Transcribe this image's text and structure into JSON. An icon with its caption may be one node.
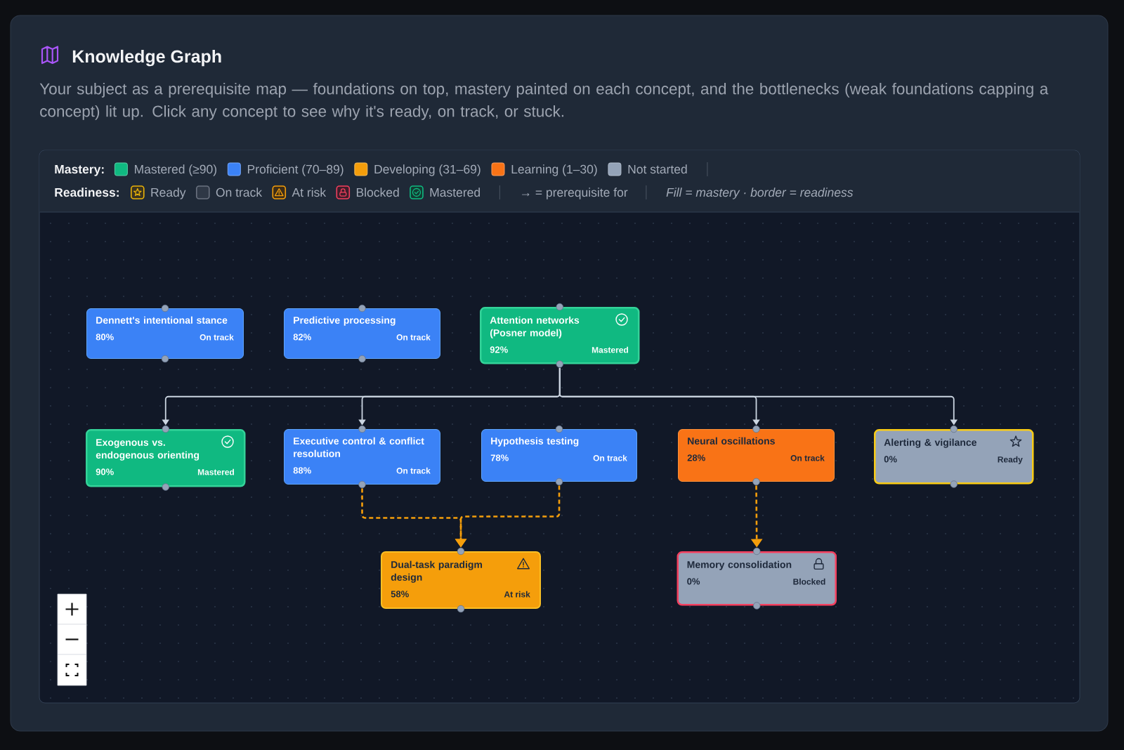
{
  "diagram": {
    "title": "Knowledge Graph",
    "nodes": [
      {
        "text": [
          "Dennett's intentional stance",
          "80%",
          "On track"
        ]
      },
      {
        "text": [
          "Predictive processing",
          "82%",
          "On track"
        ]
      },
      {
        "text": [
          "Attention networks (Posner model)",
          "92%",
          "Mastered"
        ]
      },
      {
        "text": [
          "Exogenous vs. endogenous orienting",
          "90%",
          "Mastered"
        ]
      },
      {
        "text": [
          "Executive control & conflict resolution",
          "88%",
          "On track"
        ]
      },
      {
        "text": [
          "Hypothesis testing",
          "78%",
          "On track"
        ]
      },
      {
        "text": [
          "Neural oscillations",
          "28%",
          "On track"
        ]
      },
      {
        "text": [
          "Alerting & vigilance",
          "0%",
          "Ready"
        ]
      },
      {
        "text": [
          "Dual-task paradigm design",
          "58%",
          "At risk"
        ]
      },
      {
        "text": [
          "Memory consolidation",
          "0%",
          "Blocked"
        ]
      }
    ],
    "edges": [
      {
        "from": 2,
        "to": 3,
        "arrow": "to"
      },
      {
        "from": 2,
        "to": 4,
        "arrow": "to"
      },
      {
        "from": 2,
        "to": 6,
        "arrow": "to"
      },
      {
        "from": 2,
        "to": 7,
        "arrow": "to"
      },
      {
        "from": 4,
        "to": 8,
        "arrow": "to",
        "style": "dashed",
        "color": "#f59e0b"
      },
      {
        "from": 5,
        "to": 8,
        "arrow": "to",
        "style": "dashed",
        "color": "#f59e0b"
      },
      {
        "from": 6,
        "to": 9,
        "arrow": "to",
        "style": "dashed",
        "color": "#f59e0b"
      }
    ],
    "labels": [
      "Your subject as a prerequisite map — foundations on top, mastery painted on each concept, and the bottlenecks (weak foundations capping a concept) lit up. Click any concept to see why it's ready, on track, or stuck.",
      "Mastery:",
      "Readiness:",
      "→ = prerequisite for",
      "Fill = mastery · border = readiness"
    ],
    "legend": [
      {
        "text": "Mastered (≥90)",
        "color": "#10b981"
      },
      {
        "text": "Proficient (70–89)",
        "color": "#3b82f6"
      },
      {
        "text": "Developing (31–69)",
        "color": "#f59e0b"
      },
      {
        "text": "Learning (1–30)",
        "color": "#f97316"
      },
      {
        "text": "Not started",
        "color": "#94a3b8"
      },
      {
        "text": "Ready"
      },
      {
        "text": "On track"
      },
      {
        "text": "At risk"
      },
      {
        "text": "Blocked"
      },
      {
        "text": "Mastered"
      }
    ]
  }
}
